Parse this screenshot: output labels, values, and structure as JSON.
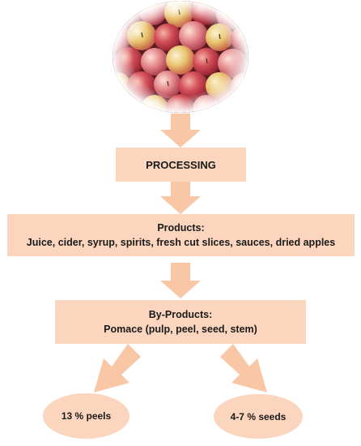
{
  "colors": {
    "box_fill": "#fbd5bd",
    "arrow_fill": "#f9c7a6",
    "text": "#1a1a1a"
  },
  "photo": {
    "icon": "apples-photo"
  },
  "processing": {
    "label": "PROCESSING"
  },
  "products": {
    "title": "Products:",
    "items": "Juice, cider, syrup, spirits, fresh cut slices, sauces, dried apples"
  },
  "byproducts": {
    "title": "By-Products:",
    "items": "Pomace  (pulp, peel, seed, stem)"
  },
  "outputs": {
    "peels": "13 % peels",
    "seeds": "4-7 % seeds"
  }
}
